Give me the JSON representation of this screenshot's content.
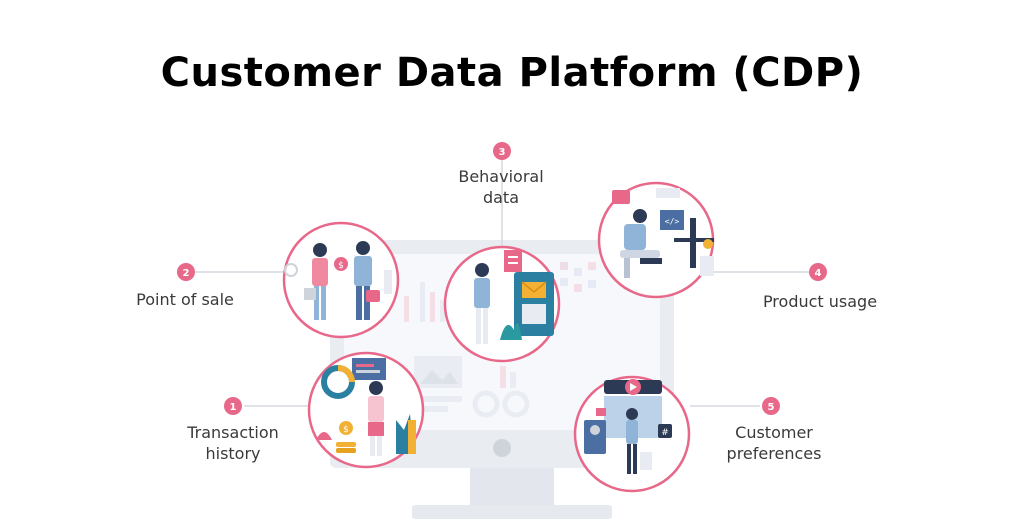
{
  "title": "Customer Data Platform (CDP)",
  "colors": {
    "accent": "#e8688a",
    "monitor": "#e9ecf1",
    "screen": "#f4f6f9",
    "figure_blue": "#8fb4d8",
    "teal": "#2b7fa0",
    "gold": "#f2b134",
    "pink_soft": "#f6c3d0"
  },
  "items": [
    {
      "number": "1",
      "label_lines": [
        "Transaction",
        "history"
      ]
    },
    {
      "number": "2",
      "label_lines": [
        "Point of sale"
      ]
    },
    {
      "number": "3",
      "label_lines": [
        "Behavioral",
        "data"
      ]
    },
    {
      "number": "4",
      "label_lines": [
        "Product usage"
      ]
    },
    {
      "number": "5",
      "label_lines": [
        "Customer",
        "preferences"
      ]
    }
  ]
}
